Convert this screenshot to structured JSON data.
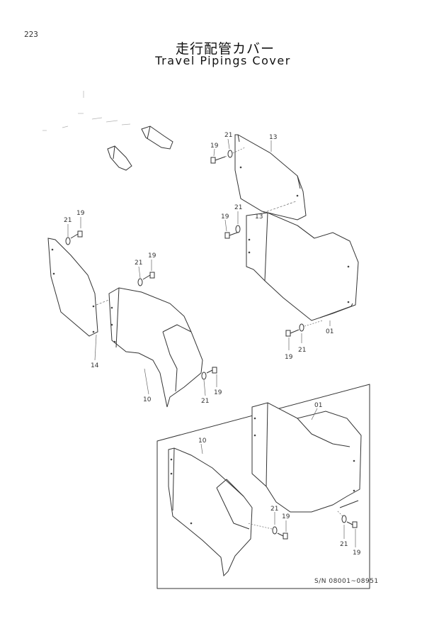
{
  "page": {
    "number": "223"
  },
  "title": {
    "japanese": "走行配管カバー",
    "english": "Travel Pipings Cover"
  },
  "callouts": {
    "c01a": "01",
    "c01b": "01",
    "c10a": "10",
    "c10b": "10",
    "c13a": "13",
    "c13b": "13",
    "c14": "14",
    "c19a": "19",
    "c19b": "19",
    "c19c": "19",
    "c19d": "19",
    "c19e": "19",
    "c19f": "19",
    "c19g": "19",
    "c21a": "21",
    "c21b": "21",
    "c21c": "21",
    "c21d": "21",
    "c21e": "21",
    "c21f": "21",
    "c21g": "21",
    "c21h": "21"
  },
  "serial_note": "S/N 08001~08951"
}
